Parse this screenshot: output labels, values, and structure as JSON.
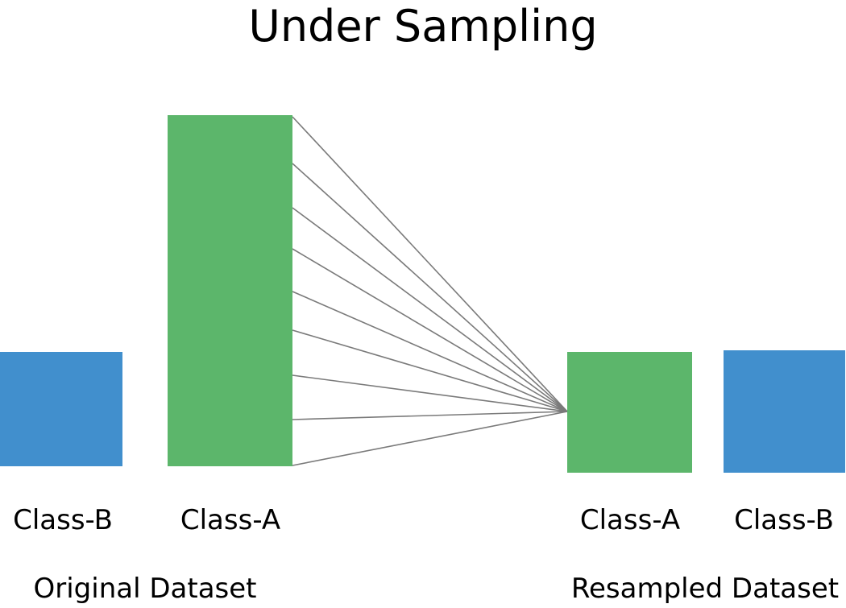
{
  "title": "Under Sampling",
  "original": {
    "group_label": "Original Dataset",
    "class_b_label": "Class-B",
    "class_a_label": "Class-A"
  },
  "resampled": {
    "group_label": "Resampled Dataset",
    "class_a_label": "Class-A",
    "class_b_label": "Class-B"
  },
  "colors": {
    "class_a": "#5cb66b",
    "class_b": "#418fcd",
    "connector": "#7a7a7a"
  }
}
